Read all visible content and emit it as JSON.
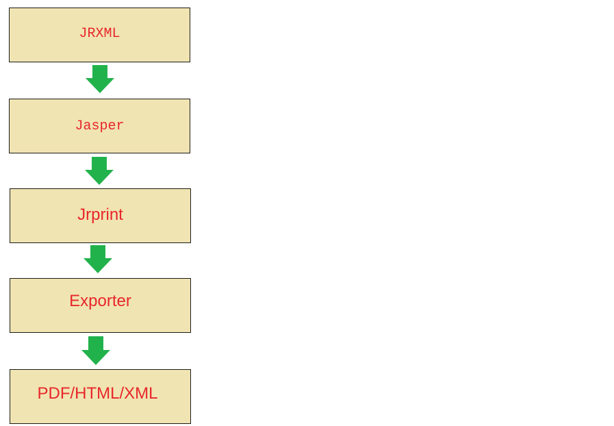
{
  "diagram": {
    "steps": [
      {
        "label": "JRXML"
      },
      {
        "label": "Jasper"
      },
      {
        "label": "Jrprint"
      },
      {
        "label": "Exporter"
      },
      {
        "label": "PDF/HTML/XML"
      }
    ],
    "colors": {
      "box_fill": "#f0e4b2",
      "box_border": "#1a1a1a",
      "text": "#e8262b",
      "arrow": "#22b24c"
    },
    "icons": {
      "arrow": "arrow-down-icon"
    }
  }
}
